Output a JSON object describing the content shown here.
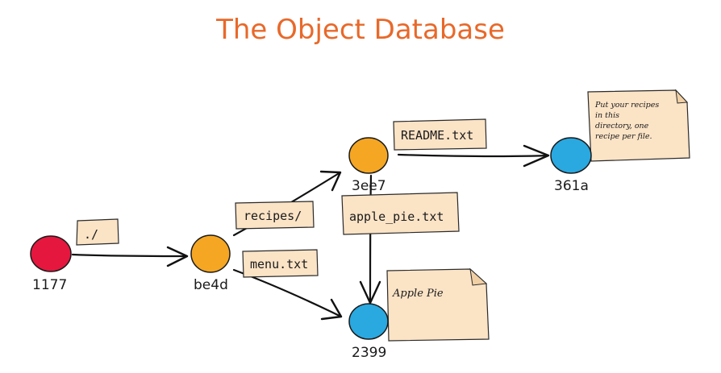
{
  "title": "The Object Database",
  "colors": {
    "title": "#e8692a",
    "commit": "#e5173f",
    "tree": "#f5a623",
    "blob": "#2aa8e0",
    "label_fill": "#fbe3c6"
  },
  "nodes": [
    {
      "id": "1177",
      "kind": "commit"
    },
    {
      "id": "be4d",
      "kind": "tree"
    },
    {
      "id": "3ee7",
      "kind": "tree"
    },
    {
      "id": "361a",
      "kind": "blob"
    },
    {
      "id": "2399",
      "kind": "blob"
    }
  ],
  "edges": [
    {
      "from": "1177",
      "to": "be4d",
      "label": "./"
    },
    {
      "from": "be4d",
      "to": "3ee7",
      "label": "recipes/"
    },
    {
      "from": "be4d",
      "to": "2399",
      "label": "menu.txt"
    },
    {
      "from": "3ee7",
      "to": "361a",
      "label": "README.txt"
    },
    {
      "from": "3ee7",
      "to": "2399",
      "label": "apple_pie.txt"
    }
  ],
  "notes": {
    "readme_lines": [
      "Put your recipes",
      "in this",
      "directory, one",
      "recipe per file."
    ],
    "apple_pie": "Apple Pie"
  }
}
